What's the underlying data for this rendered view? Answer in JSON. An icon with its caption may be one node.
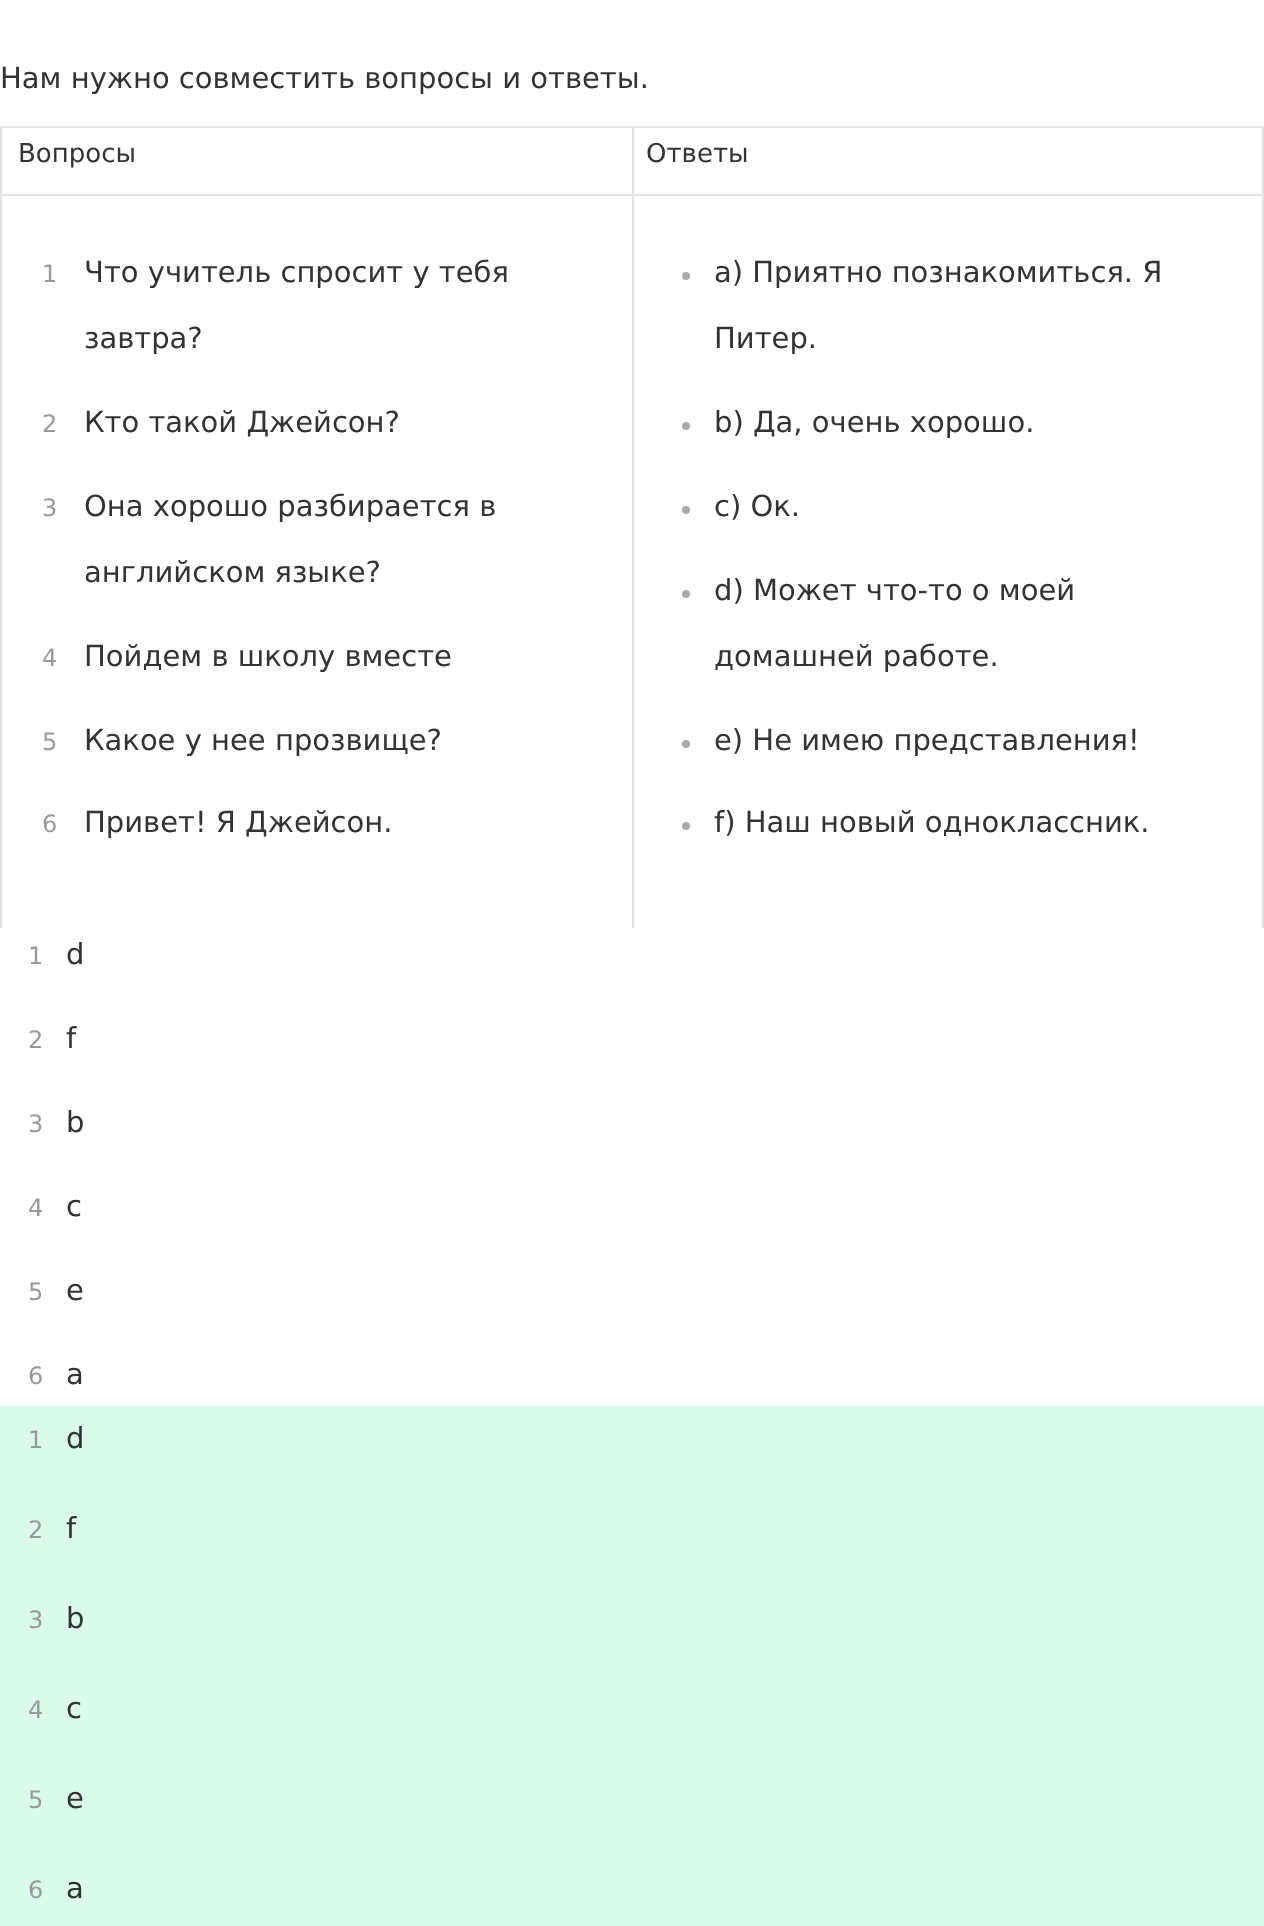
{
  "diagram": {
    "title": "Нам нужно совместить вопросы и ответы.",
    "labels": [
      "Вопросы",
      "Ответы",
      "1",
      "Что учитель спросит у тебя завтра?",
      "a) Приятно познакомиться. Я Питер.",
      "2",
      "Кто такой Джейсон?",
      "b) Да, очень хорошо.",
      "3",
      "Она хорошо разбирается в английском языке?",
      "c) Ок.",
      "4",
      "Пойдем в школу вместе",
      "d) Может что-то о моей домашней работе.",
      "5",
      "Какое у нее прозвище?",
      "e) Не имею представления!",
      "6",
      "Привет! Я Джейсон.",
      "f) Наш новый одноклассник.",
      "1",
      "d",
      "2",
      "f",
      "3",
      "b",
      "4",
      "c",
      "5",
      "e",
      "6",
      "a",
      "1",
      "d",
      "2",
      "f",
      "3",
      "b",
      "4",
      "c",
      "5",
      "e",
      "6",
      "a"
    ]
  }
}
